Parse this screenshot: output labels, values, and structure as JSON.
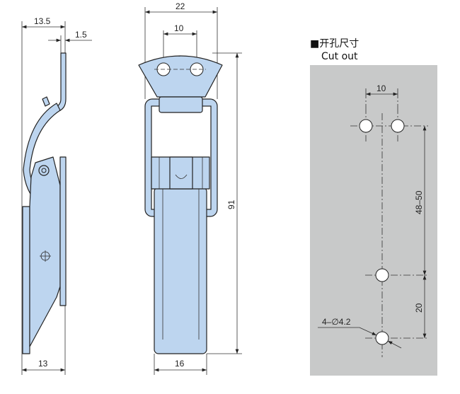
{
  "side_view": {
    "dim_total_width": "13.5",
    "dim_thickness": "1.5",
    "dim_base_width": "13"
  },
  "front_view": {
    "dim_plate_width": "22",
    "dim_hole_spacing": "10",
    "dim_height": "91",
    "dim_body_width": "16"
  },
  "cutout": {
    "title_cn": "■开孔尺寸",
    "title_en": "Cut out",
    "dim_hole_spacing": "10",
    "dim_vertical_range": "48–50",
    "dim_lower_spacing": "20",
    "hole_callout": "4–∅4.2",
    "panel_color": "#c8c9c9"
  },
  "colors": {
    "part_fill": "#bdd5ef"
  }
}
